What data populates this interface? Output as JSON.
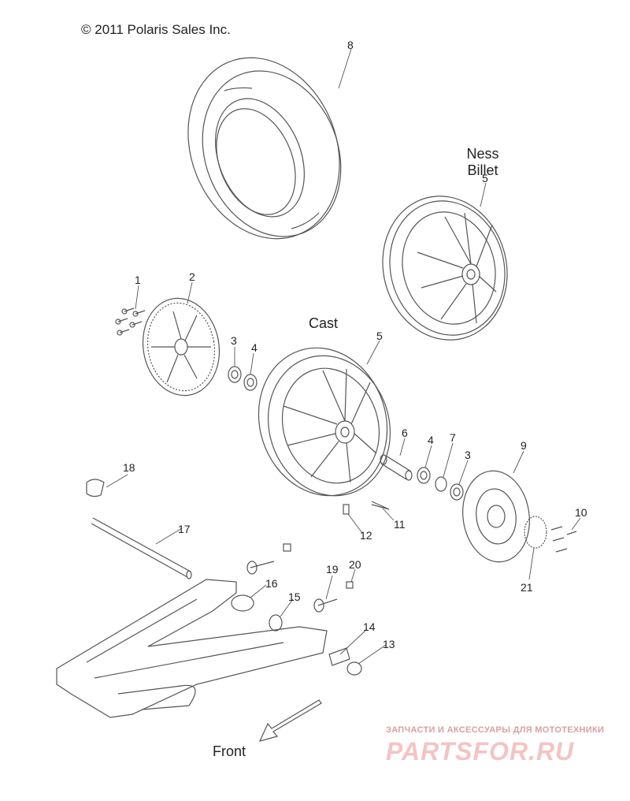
{
  "copyright": "© 2011 Polaris Sales Inc.",
  "variants": {
    "ness_billet": "Ness\nBillet",
    "cast": "Cast"
  },
  "direction_label": "Front",
  "callouts": [
    "1",
    "2",
    "3",
    "4",
    "5",
    "5",
    "6",
    "4",
    "7",
    "3",
    "8",
    "9",
    "10",
    "11",
    "12",
    "13",
    "14",
    "15",
    "16",
    "17",
    "18",
    "19",
    "20",
    "21"
  ],
  "watermark": {
    "tagline": "ЗАПЧАСТИ И АКСЕССУАРЫ ДЛЯ МОТОТЕХНИКИ",
    "logo": "PARTSFOR.RU"
  }
}
